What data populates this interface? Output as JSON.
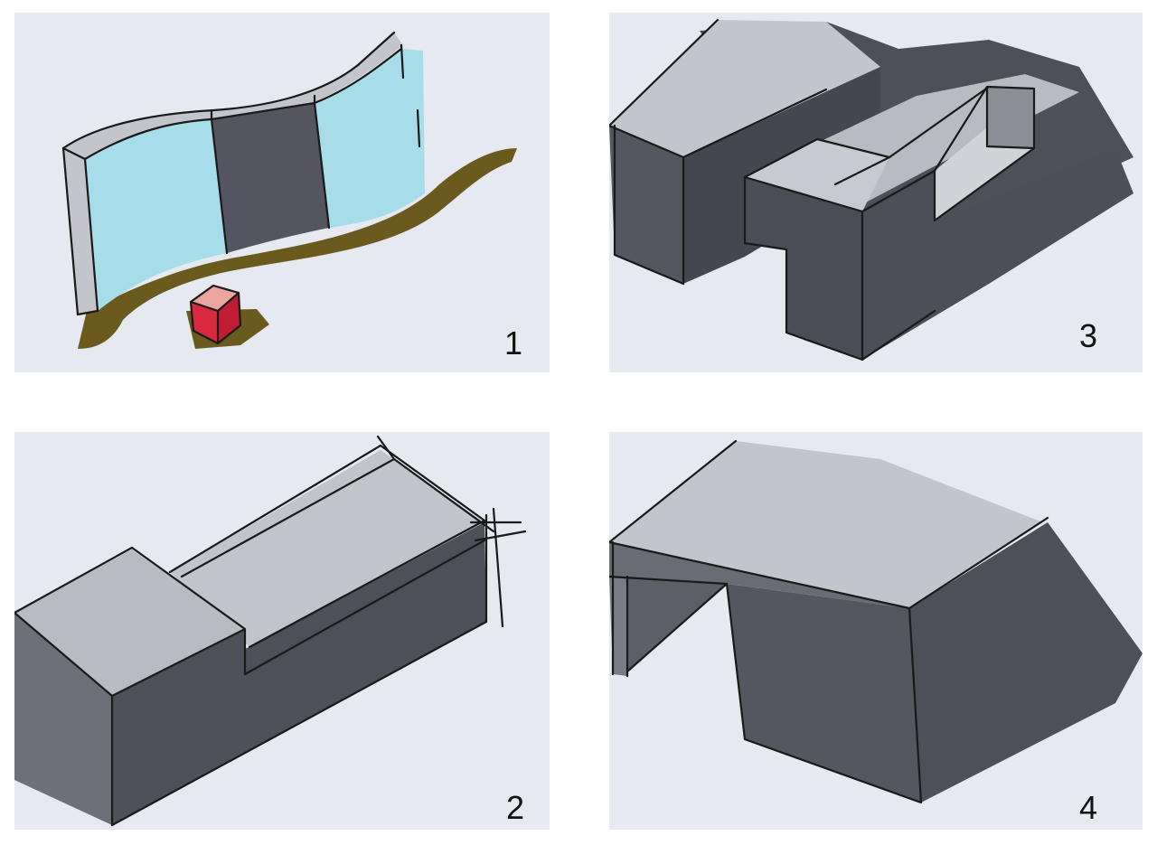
{
  "panels": [
    {
      "label": "1",
      "subject": "curved-wall-with-cube"
    },
    {
      "label": "2",
      "subject": "stepped-block"
    },
    {
      "label": "3",
      "subject": "interlocking-blocks-with-void"
    },
    {
      "label": "4",
      "subject": "cantilever-block"
    }
  ],
  "colors": {
    "paper": "#e6e9f0",
    "marker_dark": "#4e4f59",
    "marker_mid": "#8c8d95",
    "marker_light": "#c4c5cc",
    "glass_blue": "#a6dde9",
    "ground_olive": "#6b5a1e",
    "cube_red": "#d8293f",
    "cube_top": "#e9a59e"
  }
}
